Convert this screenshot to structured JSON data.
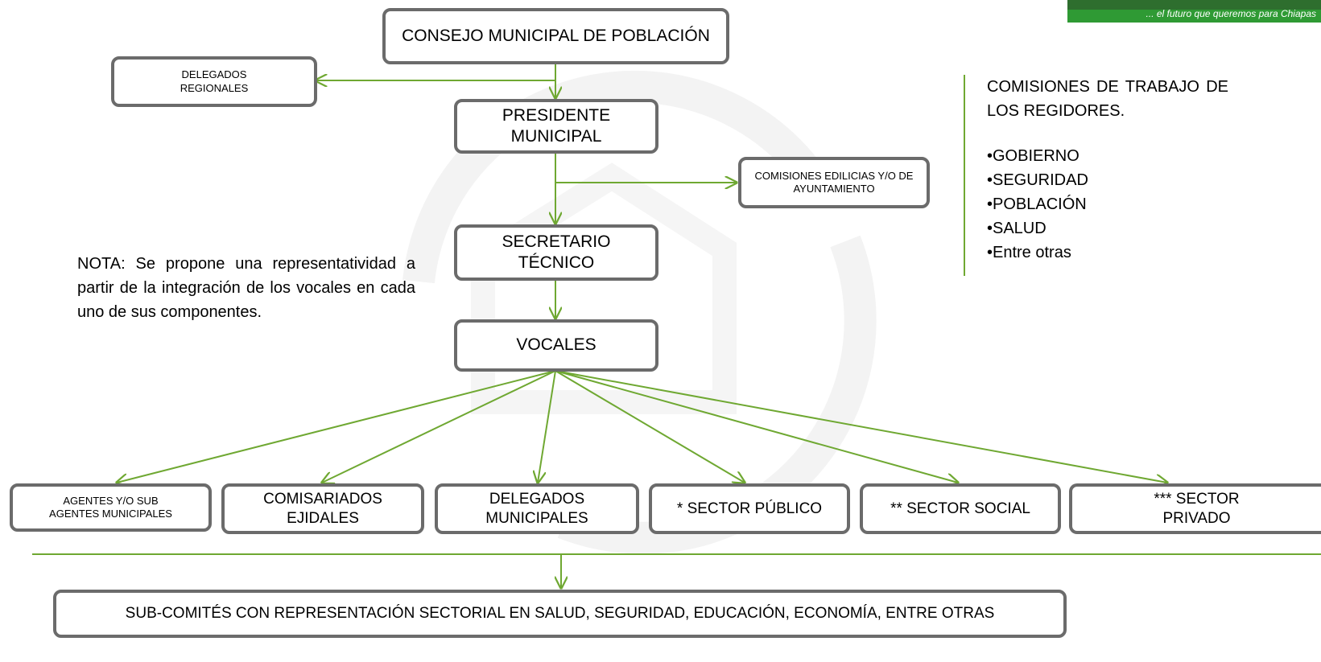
{
  "brand": {
    "tagline": "... el futuro que queremos para Chiapas"
  },
  "nodes": {
    "consejo": "CONSEJO MUNICIPAL DE POBLACIÓN",
    "delegados_regionales": "DELEGADOS REGIONALES",
    "presidente": "PRESIDENTE MUNICIPAL",
    "comisiones_edilicias": "COMISIONES EDILICIAS Y/O DE AYUNTAMIENTO",
    "secretario": "SECRETARIO TÉCNICO",
    "vocales": "VOCALES",
    "agentes": "AGENTES Y/O SUB AGENTES MUNICIPALES",
    "comisariados": "COMISARIADOS EJIDALES",
    "delegados_municipales": "DELEGADOS MUNICIPALES",
    "sector_publico": "* SECTOR PÚBLICO",
    "sector_social": "** SECTOR SOCIAL",
    "sector_privado": "*** SECTOR PRIVADO",
    "subcomites": "SUB-COMITÉS CON REPRESENTACIÓN SECTORIAL EN SALUD, SEGURIDAD, EDUCACIÓN, ECONOMÍA, ENTRE OTRAS"
  },
  "note": "NOTA: Se propone una representatividad a partir de la integración de los vocales en cada uno de sus componentes.",
  "commissions": {
    "title": "COMISIONES DE TRABAJO DE LOS REGIDORES.",
    "items": [
      "•GOBIERNO",
      "•SEGURIDAD",
      "•POBLACIÓN",
      "•SALUD",
      "•Entre otras"
    ]
  },
  "colors": {
    "arrow": "#6fa832",
    "box_border": "#6b6b6b",
    "brand_green": "#2f9a34"
  }
}
